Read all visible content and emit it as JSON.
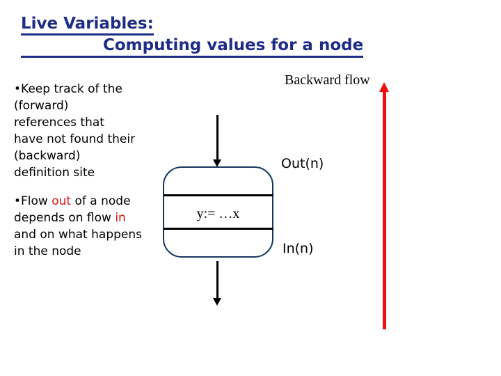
{
  "slide": {
    "title": {
      "line1": "Live Variables:",
      "line2": "Computing values for a node"
    },
    "bullets": {
      "b1": {
        "l1": "•Keep track of the",
        "l2": "(forward)",
        "l3": "references that",
        "l4": "have not found their",
        "l5": "(backward)",
        "l6": "definition site"
      },
      "b2": {
        "l1a": "•Flow ",
        "l1b": "out",
        "l1c": " of a node",
        "l2a": "depends on flow ",
        "l2b": "in",
        "l3": "and on what happens",
        "l4": "in the node"
      }
    },
    "diagram": {
      "backward_flow_label": "Backward flow",
      "out_label": "Out(n)",
      "in_label": "In(n)",
      "node_statement": "y:= …x"
    },
    "colors": {
      "title_navy": "#1f2c87",
      "node_border_navy": "#17365d",
      "arrow_red": "#ee1111",
      "word_red": "#dd1111",
      "text_black": "#000000"
    }
  }
}
